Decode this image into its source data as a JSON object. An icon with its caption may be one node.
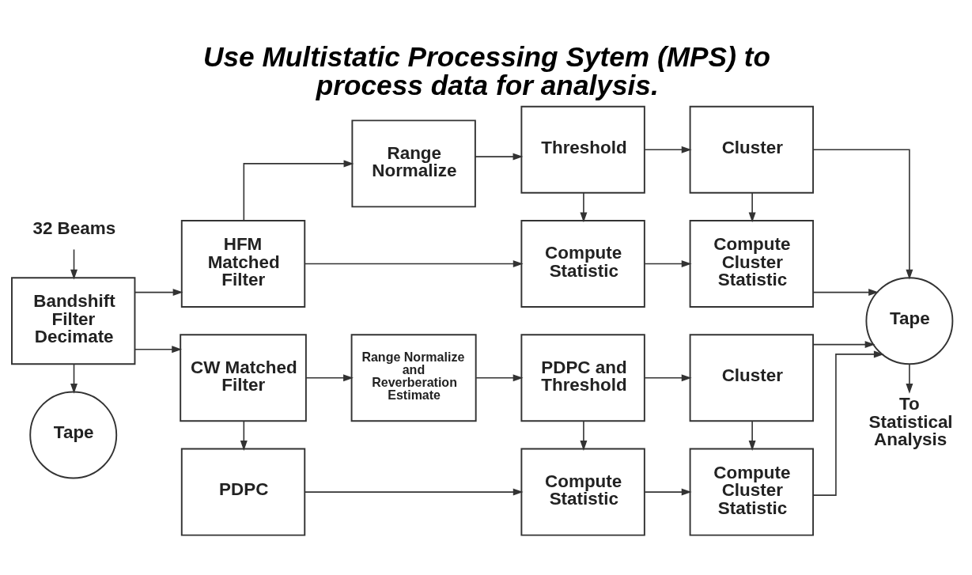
{
  "diagram": {
    "title": "Use Multistatic Processing Sytem (MPS) to process data for analysis.",
    "nodes": [
      {
        "text": [
          "32 Beams"
        ]
      },
      {
        "text": [
          "Bandshift Filter Decimate"
        ]
      },
      {
        "text": [
          "HFM Matched Filter"
        ]
      },
      {
        "text": [
          "Range Normalize"
        ]
      },
      {
        "text": [
          "Threshold"
        ]
      },
      {
        "text": [
          "Cluster"
        ]
      },
      {
        "text": [
          "Compute Statistic"
        ]
      },
      {
        "text": [
          "Compute Cluster Statistic"
        ]
      },
      {
        "text": [
          "Tape"
        ]
      },
      {
        "text": [
          "Tape"
        ]
      },
      {
        "text": [
          "CW Matched Filter"
        ]
      },
      {
        "text": [
          "Range Normalize and Reverberation Estimate"
        ]
      },
      {
        "text": [
          "PDPC and Threshold"
        ]
      },
      {
        "text": [
          "Cluster"
        ]
      },
      {
        "text": [
          "PDPC"
        ]
      },
      {
        "text": [
          "Compute Statistic"
        ]
      },
      {
        "text": [
          "Compute Cluster Statistic"
        ]
      },
      {
        "text": [
          "To Statistical Analysis"
        ]
      }
    ],
    "edges": [
      {
        "from": 0,
        "to": 1,
        "arrow": "to"
      },
      {
        "from": 1,
        "to": 2,
        "arrow": "to"
      },
      {
        "from": 1,
        "to": 10,
        "arrow": "to"
      },
      {
        "from": 1,
        "to": 8,
        "arrow": "to"
      },
      {
        "from": 2,
        "to": 3,
        "arrow": "to"
      },
      {
        "from": 3,
        "to": 4,
        "arrow": "to"
      },
      {
        "from": 4,
        "to": 5,
        "arrow": "to"
      },
      {
        "from": 4,
        "to": 6,
        "arrow": "to"
      },
      {
        "from": 2,
        "to": 6,
        "arrow": "to"
      },
      {
        "from": 5,
        "to": 7,
        "arrow": "to"
      },
      {
        "from": 6,
        "to": 7,
        "arrow": "to"
      },
      {
        "from": 5,
        "to": 9,
        "arrow": "to"
      },
      {
        "from": 7,
        "to": 9,
        "arrow": "to"
      },
      {
        "from": 10,
        "to": 11,
        "arrow": "to"
      },
      {
        "from": 11,
        "to": 12,
        "arrow": "to"
      },
      {
        "from": 12,
        "to": 13,
        "arrow": "to"
      },
      {
        "from": 12,
        "to": 15,
        "arrow": "to"
      },
      {
        "from": 10,
        "to": 14,
        "arrow": "to"
      },
      {
        "from": 14,
        "to": 15,
        "arrow": "to"
      },
      {
        "from": 13,
        "to": 16,
        "arrow": "to"
      },
      {
        "from": 15,
        "to": 16,
        "arrow": "to"
      },
      {
        "from": 13,
        "to": 9,
        "arrow": "to"
      },
      {
        "from": 16,
        "to": 9,
        "arrow": "to"
      },
      {
        "from": 9,
        "to": 17,
        "arrow": "to"
      }
    ]
  }
}
